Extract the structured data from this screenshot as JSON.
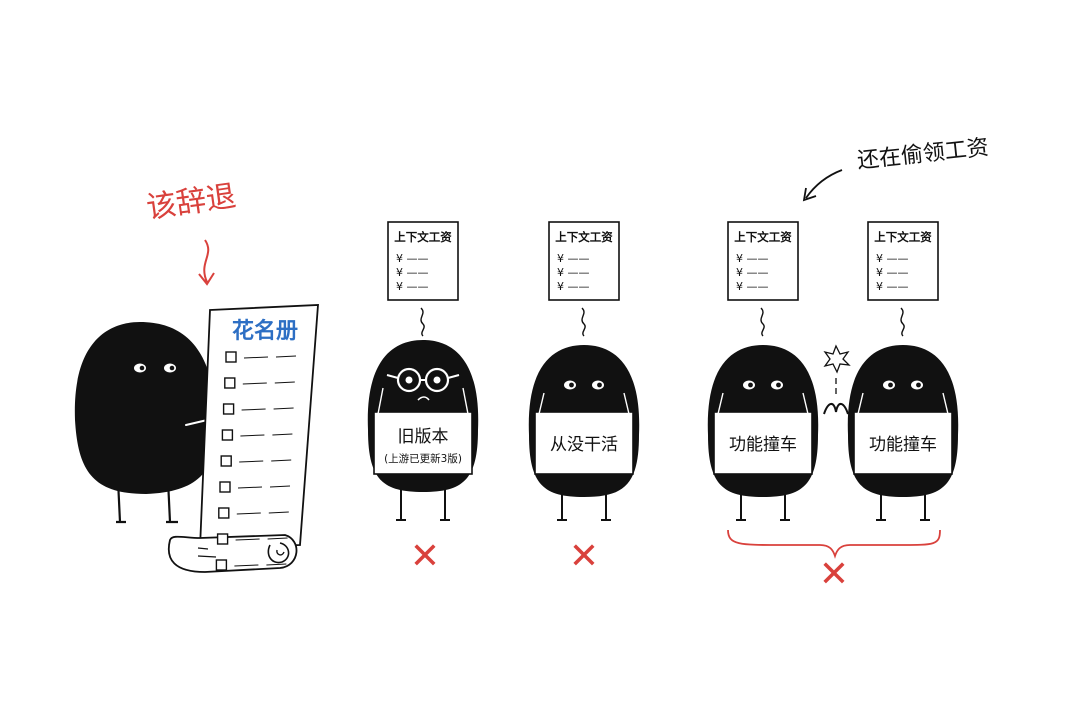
{
  "colors": {
    "ink": "#111111",
    "red": "#d9413c",
    "blue": "#2d6fc4",
    "paper": "#ffffff"
  },
  "annotations": {
    "fire_label": "该辞退",
    "stealing_label": "还在偷领工资"
  },
  "roster": {
    "title": "花名册",
    "checkbox_count": 9
  },
  "payslip": {
    "title": "上下文工资",
    "rows": [
      "¥ ——",
      "¥ ——",
      "¥ ——"
    ]
  },
  "characters": [
    {
      "sign_main": "旧版本",
      "sign_sub": "(上游已更新3版)",
      "wears_glasses": true
    },
    {
      "sign_main": "从没干活",
      "sign_sub": "",
      "wears_glasses": false
    },
    {
      "sign_main": "功能撞车",
      "sign_sub": "",
      "wears_glasses": false
    },
    {
      "sign_main": "功能撞车",
      "sign_sub": "",
      "wears_glasses": false
    }
  ],
  "marks": {
    "reject": "✕"
  }
}
